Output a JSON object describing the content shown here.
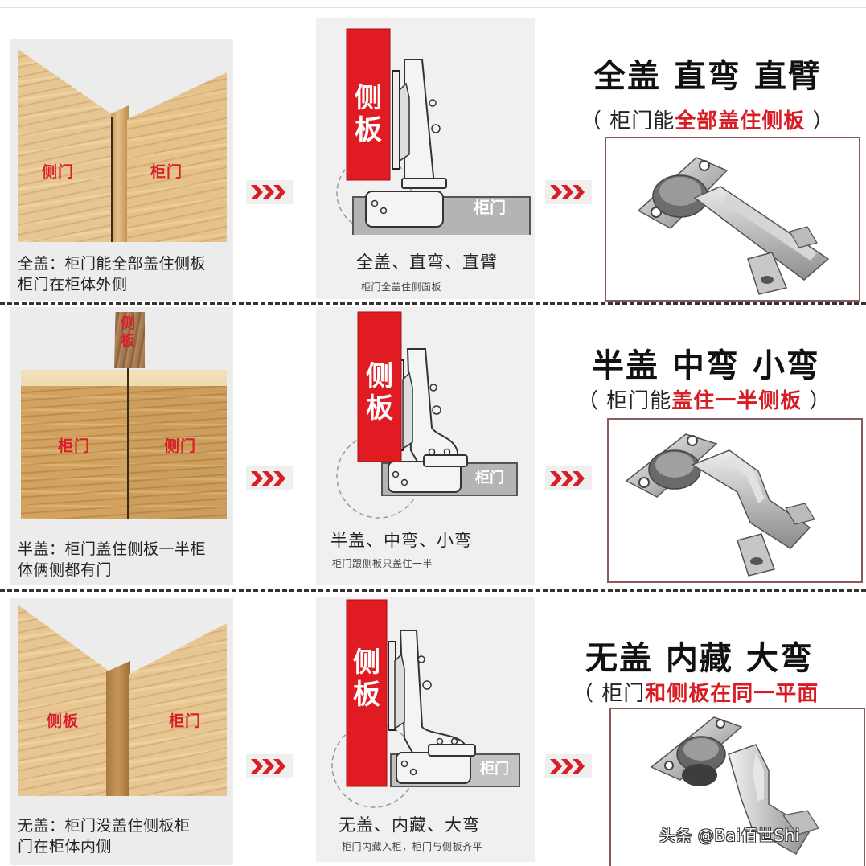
{
  "page": {
    "colors": {
      "accent_red": "#d81c24",
      "panel_gray": "#f0f0f0",
      "divider": "#333333",
      "frame": "#8b5a5a"
    }
  },
  "rows": [
    {
      "id": "full-overlay",
      "photo": {
        "labels": [
          "侧门",
          "柜门"
        ],
        "caption_line1": "全盖：柜门能全部盖住侧板",
        "caption_line2": "柜门在柜体外侧"
      },
      "arrow_icon": "chevron-triple-right-icon",
      "diagram": {
        "side_panel_label": "侧板",
        "door_label": "柜门",
        "title": "全盖、直弯、直臂",
        "subtitle": "柜门全盖住侧面板"
      },
      "hinge": {
        "title": "全盖 直弯 直臂",
        "subtitle_prefix": "（ 柜门能",
        "subtitle_highlight": "全部盖住侧板",
        "subtitle_suffix": " ）",
        "image": "straight-arm-hinge"
      }
    },
    {
      "id": "half-overlay",
      "photo": {
        "labels": [
          "侧板",
          "柜门",
          "侧门"
        ],
        "caption_line1": "半盖：柜门盖住侧板一半柜",
        "caption_line2": "体俩侧都有门"
      },
      "arrow_icon": "chevron-triple-right-icon",
      "diagram": {
        "side_panel_label": "侧板",
        "door_label": "柜门",
        "title": "半盖、中弯、小弯",
        "subtitle": "柜门跟侧板只盖住一半"
      },
      "hinge": {
        "title": "半盖 中弯 小弯",
        "subtitle_prefix": "（ 柜门能",
        "subtitle_highlight": "盖住一半侧板",
        "subtitle_suffix": " ）",
        "image": "medium-bend-hinge"
      }
    },
    {
      "id": "inset",
      "photo": {
        "labels": [
          "侧板",
          "柜门"
        ],
        "caption_line1": "无盖：柜门没盖住侧板柜",
        "caption_line2": "门在柜体内侧"
      },
      "arrow_icon": "chevron-triple-right-icon",
      "diagram": {
        "side_panel_label": "侧板",
        "door_label": "柜门",
        "title": "无盖、内藏、大弯",
        "subtitle": "柜门内藏入柜，柜门与侧板齐平"
      },
      "hinge": {
        "title": "无盖 内藏 大弯",
        "subtitle_prefix": "（ 柜门",
        "subtitle_highlight": "和侧板在同一平面",
        "subtitle_suffix": "",
        "image": "large-bend-hinge"
      }
    }
  ],
  "watermark": "头条 @Bai佰世Shi"
}
